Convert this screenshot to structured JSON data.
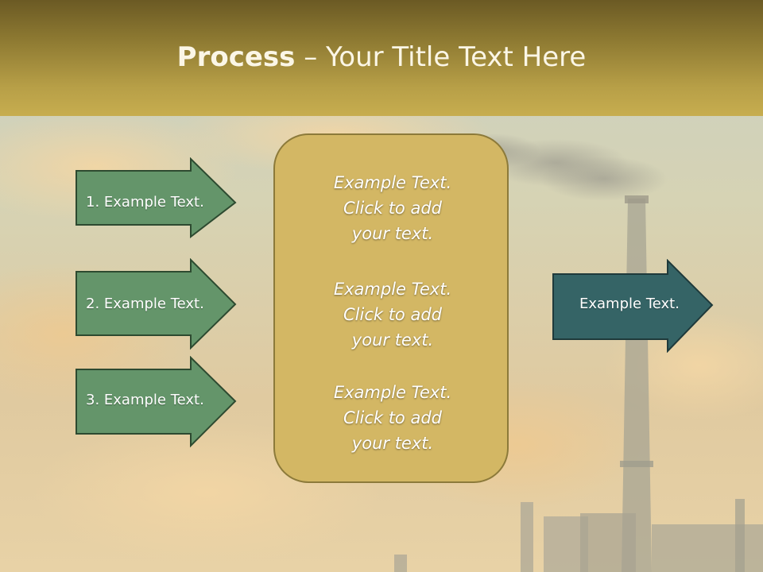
{
  "slide": {
    "title_bold": "Process",
    "title_dash": " – ",
    "title_rest": "Your Title Text Here"
  },
  "steps": [
    {
      "label": "1. Example Text."
    },
    {
      "label": "2. Example Text."
    },
    {
      "label": "3. Example Text."
    }
  ],
  "center_box": {
    "blocks": [
      {
        "line1": "Example Text.",
        "line2": "Click  to add",
        "line3": "your text."
      },
      {
        "line1": "Example Text.",
        "line2": "Click  to add",
        "line3": "your text."
      },
      {
        "line1": "Example Text.",
        "line2": "Click  to add",
        "line3": "your text."
      }
    ]
  },
  "result": {
    "label": "Example Text."
  },
  "colors": {
    "step_arrow": "#64956a",
    "result_arrow": "#356466",
    "center_box": "#d3b764",
    "title_band": "#b79f47"
  }
}
